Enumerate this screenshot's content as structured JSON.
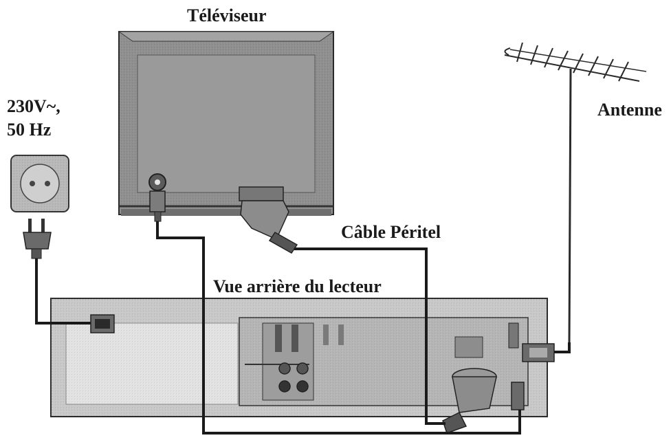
{
  "labels": {
    "tv": "Téléviseur",
    "power_line1": "230V~,",
    "power_line2": "50 Hz",
    "antenna": "Antenne",
    "scart_cable": "Câble Péritel",
    "player_rear": "Vue arrière du lecteur"
  },
  "colors": {
    "tv_body": "#8f8f8f",
    "tv_face": "#9a9a9a",
    "player_panel": "#c8c8c8",
    "player_light": "#e2e2e2",
    "connector_panel": "#b5b5b5",
    "cable": "#1a1a1a",
    "outline": "#2a2a2a"
  }
}
